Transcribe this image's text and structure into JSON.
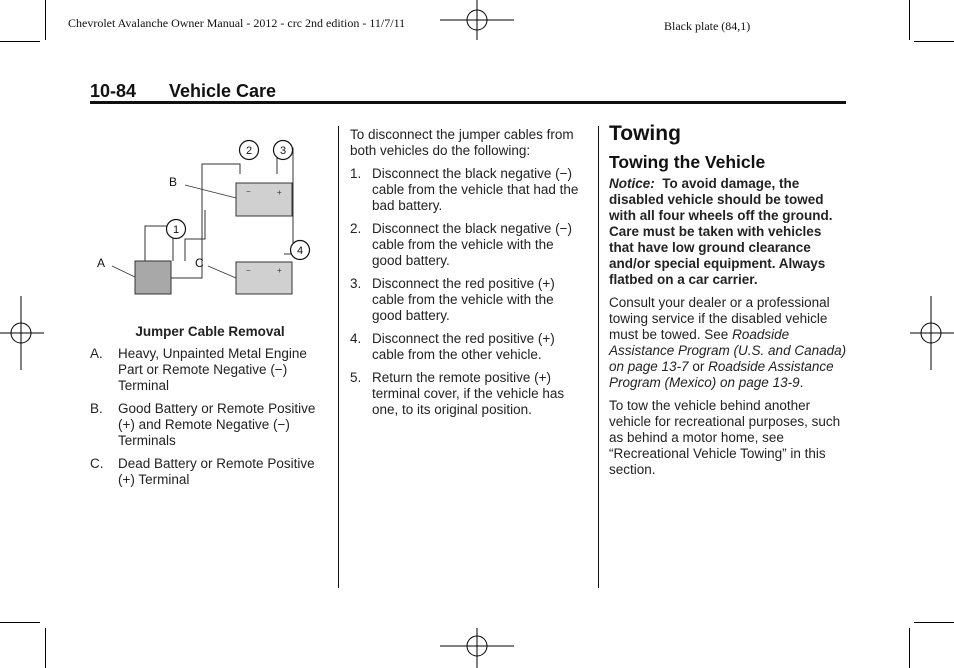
{
  "header": {
    "doc_info": "Chevrolet Avalanche Owner Manual - 2012 - crc 2nd edition - 11/7/11",
    "plate": "Black plate (84,1)"
  },
  "section": {
    "page_number": "10-84",
    "title": "Vehicle Care"
  },
  "figure": {
    "callouts": [
      "1",
      "2",
      "3",
      "4"
    ],
    "labels": {
      "a": "A",
      "b": "B",
      "c": "C"
    },
    "minus": "−",
    "plus": "+",
    "caption": "Jumper Cable Removal"
  },
  "legend": [
    {
      "marker": "A.",
      "text": "Heavy, Unpainted Metal Engine Part or Remote Negative (−) Terminal"
    },
    {
      "marker": "B.",
      "text": "Good Battery or Remote Positive (+) and Remote Negative (−) Terminals"
    },
    {
      "marker": "C.",
      "text": "Dead Battery or Remote Positive (+) Terminal"
    }
  ],
  "disconnect": {
    "intro": "To disconnect the jumper cables from both vehicles do the following:",
    "steps": [
      {
        "num": "1.",
        "text": "Disconnect the black negative (−) cable from the vehicle that had the bad battery."
      },
      {
        "num": "2.",
        "text": "Disconnect the black negative (−) cable from the vehicle with the good battery."
      },
      {
        "num": "3.",
        "text": "Disconnect the red positive (+) cable from the vehicle with the good battery."
      },
      {
        "num": "4.",
        "text": "Disconnect the red positive (+) cable from the other vehicle."
      },
      {
        "num": "5.",
        "text": "Return the remote positive (+) terminal cover, if the vehicle has one, to its original position."
      }
    ]
  },
  "towing": {
    "heading": "Towing",
    "subheading": "Towing the Vehicle",
    "notice_label": "Notice:",
    "notice_text": "To avoid damage, the disabled vehicle should be towed with all four wheels off the ground. Care must be taken with vehicles that have low ground clearance and/or special equipment. Always flatbed on a car carrier.",
    "para1_a": "Consult your dealer or a professional towing service if the disabled vehicle must be towed. See ",
    "para1_ref1": "Roadside Assistance Program (U.S. and Canada) on page 13-7",
    "para1_b": " or ",
    "para1_ref2": "Roadside Assistance Program (Mexico) on page 13-9",
    "para1_c": ".",
    "para2": "To tow the vehicle behind another vehicle for recreational purposes, such as behind a motor home, see “Recreational Vehicle Towing” in this section."
  }
}
